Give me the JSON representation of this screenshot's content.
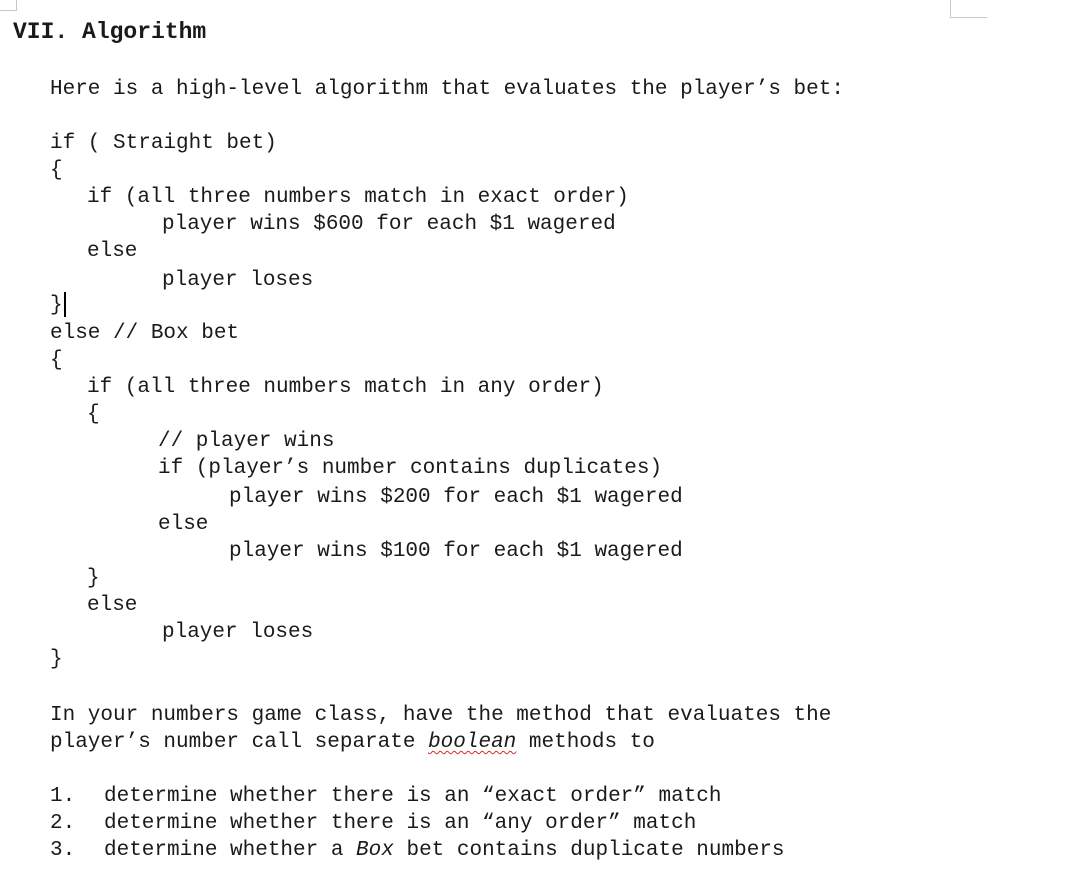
{
  "heading": "VII. Algorithm",
  "intro": "Here is a high-level algorithm that evaluates the player’s bet:",
  "code": [
    "if ( Straight bet)",
    "{",
    "if (all three numbers match in exact order)",
    "player wins $600 for each $1 wagered",
    "else",
    "player loses",
    "}",
    "else // Box bet",
    "{",
    "if (all three numbers match in any order)",
    "{",
    "// player wins",
    "if (player’s number contains duplicates)",
    "player wins $200 for each $1 wagered",
    "else",
    "player wins $100 for each $1 wagered",
    "}",
    "else",
    "player loses",
    "}"
  ],
  "paragraph": {
    "line1": "In your numbers game class, have the method that evaluates the",
    "line2_before": "player’s number call separate ",
    "line2_italic": "boolean",
    "line2_after": " methods to"
  },
  "list": [
    {
      "num": "1.",
      "text": "determine whether there is an “exact order” match"
    },
    {
      "num": "2.",
      "text": "determine whether there is an “any order” match"
    },
    {
      "num": "3.",
      "text_before": "determine whether a ",
      "text_italic": "Box",
      "text_after": " bet contains duplicate numbers"
    }
  ]
}
